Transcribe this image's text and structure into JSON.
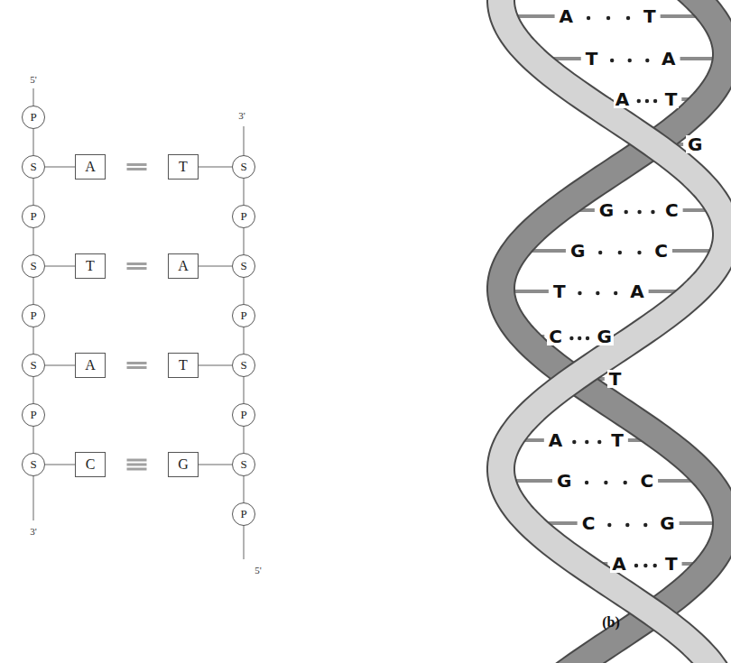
{
  "diagram": {
    "nodes": [
      {
        "text": [
          "P"
        ]
      },
      {
        "text": [
          "S"
        ]
      },
      {
        "text": [
          "A"
        ]
      },
      {
        "text": [
          "T"
        ]
      },
      {
        "text": [
          "S"
        ]
      },
      {
        "text": [
          "P"
        ]
      },
      {
        "text": [
          "P"
        ]
      },
      {
        "text": [
          "S"
        ]
      },
      {
        "text": [
          "T"
        ]
      },
      {
        "text": [
          "A"
        ]
      },
      {
        "text": [
          "S"
        ]
      },
      {
        "text": [
          "P"
        ]
      },
      {
        "text": [
          "P"
        ]
      },
      {
        "text": [
          "S"
        ]
      },
      {
        "text": [
          "A"
        ]
      },
      {
        "text": [
          "T"
        ]
      },
      {
        "text": [
          "S"
        ]
      },
      {
        "text": [
          "P"
        ]
      },
      {
        "text": [
          "P"
        ]
      },
      {
        "text": [
          "S"
        ]
      },
      {
        "text": [
          "C"
        ]
      },
      {
        "text": [
          "G"
        ]
      },
      {
        "text": [
          "S"
        ]
      },
      {
        "text": [
          "P"
        ]
      }
    ],
    "edges": [
      {
        "from": 0,
        "to": 1,
        "arrow": "none"
      },
      {
        "from": 1,
        "to": 5,
        "arrow": "none"
      },
      {
        "from": 5,
        "to": 7,
        "arrow": "none"
      },
      {
        "from": 7,
        "to": 11,
        "arrow": "none"
      },
      {
        "from": 11,
        "to": 13,
        "arrow": "none"
      },
      {
        "from": 13,
        "to": 17,
        "arrow": "none"
      },
      {
        "from": 17,
        "to": 19,
        "arrow": "none"
      },
      {
        "from": 4,
        "to": 6,
        "arrow": "none"
      },
      {
        "from": 6,
        "to": 10,
        "arrow": "none"
      },
      {
        "from": 10,
        "to": 12,
        "arrow": "none"
      },
      {
        "from": 12,
        "to": 16,
        "arrow": "none"
      },
      {
        "from": 16,
        "to": 18,
        "arrow": "none"
      },
      {
        "from": 18,
        "to": 22,
        "arrow": "none"
      },
      {
        "from": 22,
        "to": 23,
        "arrow": "none"
      },
      {
        "from": 1,
        "to": 2,
        "arrow": "none"
      },
      {
        "from": 3,
        "to": 4,
        "arrow": "none"
      },
      {
        "from": 7,
        "to": 8,
        "arrow": "none"
      },
      {
        "from": 9,
        "to": 10,
        "arrow": "none"
      },
      {
        "from": 13,
        "to": 14,
        "arrow": "none"
      },
      {
        "from": 15,
        "to": 16,
        "arrow": "none"
      },
      {
        "from": 19,
        "to": 20,
        "arrow": "none"
      },
      {
        "from": 21,
        "to": 22,
        "arrow": "none"
      },
      {
        "from": 2,
        "to": 3,
        "arrow": "none"
      },
      {
        "from": 8,
        "to": 9,
        "arrow": "none"
      },
      {
        "from": 14,
        "to": 15,
        "arrow": "none"
      },
      {
        "from": 20,
        "to": 21,
        "arrow": "none"
      }
    ],
    "labels": [
      "5'",
      "3'",
      "3'",
      "5'",
      "A",
      "T",
      "T",
      "A",
      "A",
      "T",
      "G",
      "G",
      "C",
      "G",
      "C",
      "T",
      "A",
      "C",
      "G",
      "T",
      "A",
      "T",
      "G",
      "C",
      "C",
      "G",
      "A",
      "T",
      "(b)"
    ]
  }
}
